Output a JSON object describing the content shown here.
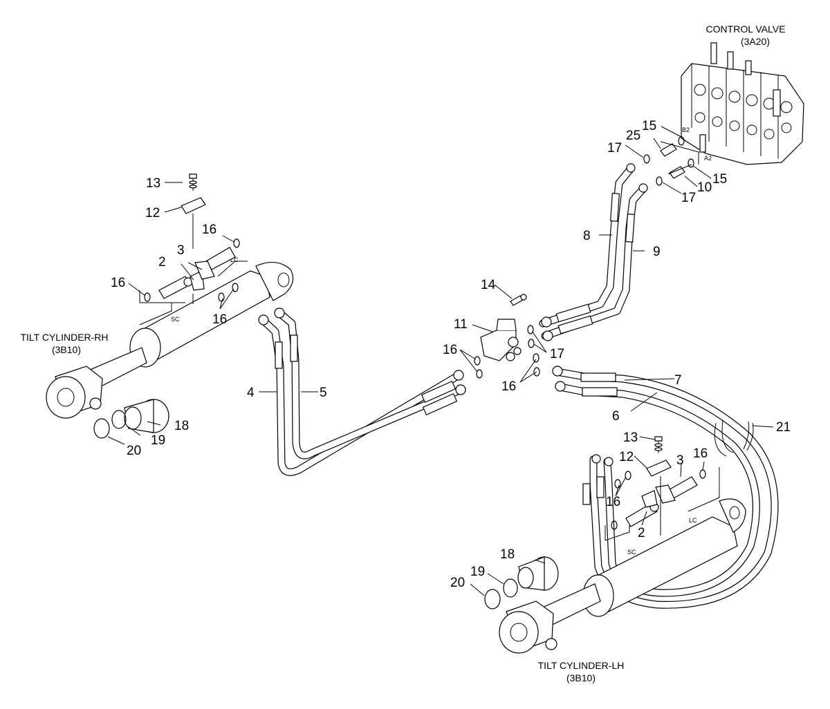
{
  "title_labels": {
    "control_valve": "CONTROL VALVE",
    "control_valve_ref": "(3A20)",
    "tilt_rh": "TILT CYLINDER-RH",
    "tilt_rh_ref": "(3B10)",
    "tilt_lh": "TILT CYLINDER-LH",
    "tilt_lh_ref": "(3B10)"
  },
  "port_labels": {
    "b2": "B2",
    "a2": "A2",
    "lc": "LC",
    "sc": "SC"
  },
  "part_numbers": {
    "p2": "2",
    "p3": "3",
    "p4": "4",
    "p5": "5",
    "p6": "6",
    "p7": "7",
    "p8": "8",
    "p9": "9",
    "p10": "10",
    "p11": "11",
    "p12": "12",
    "p13": "13",
    "p14": "14",
    "p15": "15",
    "p16": "16",
    "p17": "17",
    "p18": "18",
    "p19": "19",
    "p20": "20",
    "p21": "21",
    "p25": "25"
  }
}
